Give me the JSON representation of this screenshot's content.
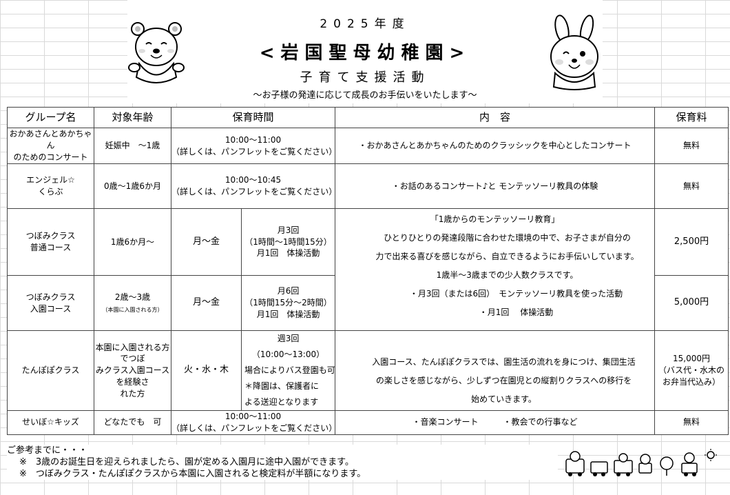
{
  "header": {
    "year": "2025年度",
    "school": "<岩国聖母幼稚園>",
    "activity": "子育て支援活動",
    "subtitle": "～お子様の発達に応じて成長のお手伝いをいたします～"
  },
  "table": {
    "headers": [
      "グループ名",
      "対象年齢",
      "保育時間",
      "内　容",
      "保育料"
    ],
    "rows": [
      {
        "group": [
          "おかあさんとあかちゃん",
          "のためのコンサート"
        ],
        "age": [
          "妊娠中　～1歳"
        ],
        "time": [
          "10:00～11:00",
          "（詳しくは、パンフレットをご覧ください）"
        ],
        "content": "・おかあさんとあかちゃんのためのクラッシックを中心としたコンサート",
        "fee": [
          "無料"
        ]
      },
      {
        "group": [
          "エンジェル☆",
          "くらぶ"
        ],
        "age": [
          "0歳～1歳6か月"
        ],
        "time": [
          "10:00～10:45",
          "（詳しくは、パンフレットをご覧ください）"
        ],
        "content": "・お話のあるコンサート♪と モンテッソーリ教具の体験",
        "fee": [
          "無料"
        ]
      },
      {
        "group": [
          "つぼみクラス",
          "普通コース"
        ],
        "age": [
          "1歳6か月～"
        ],
        "days": "月～金",
        "detail": [
          "月3回",
          "（1時間～1時間15分）",
          "月1回　体操活動"
        ],
        "fee": [
          "2,500円"
        ]
      },
      {
        "group": [
          "つぼみクラス",
          "入園コース"
        ],
        "age": [
          "2歳～3歳"
        ],
        "age_note": "（本園に入園される方）",
        "days": "月～金",
        "detail": [
          "月6回",
          "（1時間15分～2時間）",
          "月1回　体操活動"
        ],
        "fee": [
          "5,000円"
        ]
      },
      {
        "group": [
          "たんぽぽクラス"
        ],
        "age_note": [
          "本園に入園される方でつぼ",
          "みクラス入園コースを経験さ",
          "れた方"
        ],
        "days": "火・水・木",
        "detail": [
          "週3回",
          "（10:00～13:00）",
          "場合によりバス登園も可",
          "＊降園は、保護者に",
          "よる送迎となります"
        ],
        "fee": [
          "15,000円",
          "（バス代・水木の",
          "お弁当代込み）"
        ]
      },
      {
        "group": [
          "せいぼ☆キッズ"
        ],
        "age": [
          "どなたでも　可"
        ],
        "time": [
          "10:00～11:00",
          "（詳しくは、パンフレットをご覧ください）"
        ],
        "content": "・音楽コンサート　　　・教会での行事など",
        "fee": [
          "無料"
        ]
      }
    ],
    "tsubomi_content": [
      "「1歳からのモンテッソーリ教育」",
      "ひとりひとりの発達段階に合わせた環境の中で、お子さまが自分の",
      "力で出来る喜びを感じながら、自立できるようにお手伝いしています。",
      "1歳半～3歳までの少人数クラスです。",
      "・月3回（または6回）　モンテッソーリ教具を使った活動",
      "・月1回　 体操活動"
    ],
    "tanpopo_content": [
      "入園コース、たんぽぽクラスでは、園生活の流れを身につけ、集団生活",
      "の楽しさを感じながら、少しずつ在園児との縦割りクラスへの移行を",
      "始めていきます。"
    ]
  },
  "footer": {
    "lead": "ご参考までに・・・",
    "notes": [
      "※　3歳のお誕生日を迎えられましたら、園が定める入園月に途中入園ができます。",
      "※　つぼみクラス・たんぽぽクラスから本園に入園されると検定料が半額になります。"
    ]
  },
  "icons": [
    "bear-mascot-icon",
    "rabbit-mascot-icon",
    "animal-train-icon"
  ]
}
